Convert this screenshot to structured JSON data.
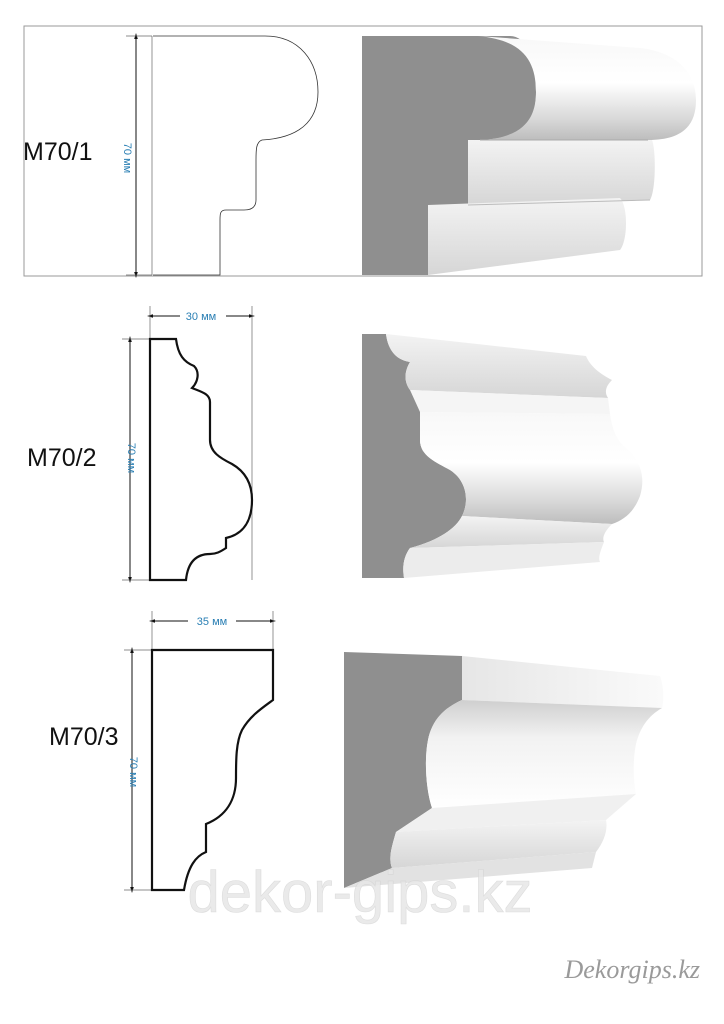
{
  "profiles": [
    {
      "code": "M70/1",
      "height": "70 мм"
    },
    {
      "code": "M70/2",
      "height": "70 мм",
      "width": "30 мм"
    },
    {
      "code": "M70/3",
      "height": "70 мм",
      "width": "35 мм"
    }
  ],
  "watermark": "dekor-gips.kz",
  "brand": "Dekorgips.kz",
  "colors": {
    "dimension_text": "#2a7fb4",
    "outline": "#111111",
    "face_shade": "#8f8f8f",
    "watermark": "#e4e4e4"
  }
}
